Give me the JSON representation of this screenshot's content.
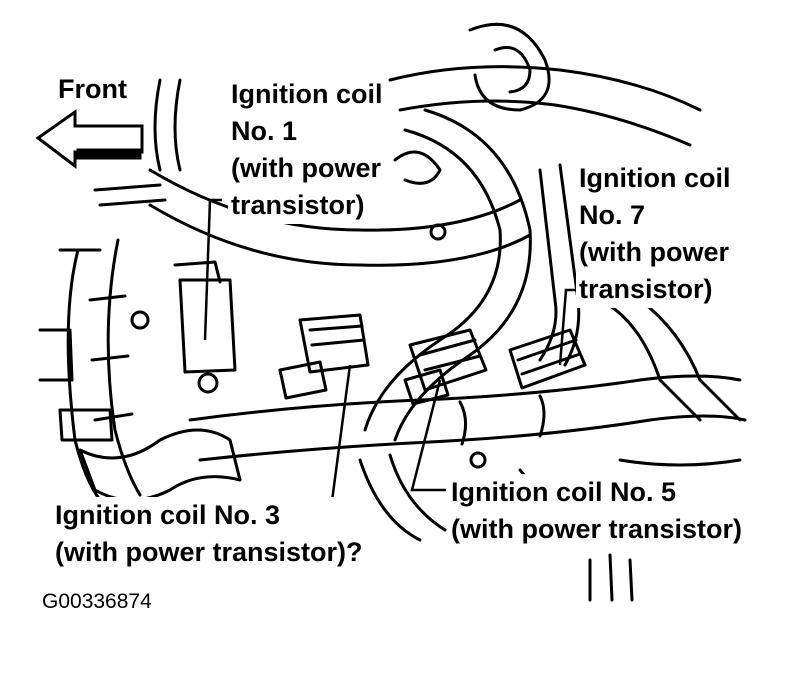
{
  "labels": {
    "front": "Front",
    "coil_1": [
      "Ignition coil",
      "No. 1",
      "(with  power",
      "transistor)"
    ],
    "coil_7": [
      "Ignition coil",
      "No. 7",
      "(with  power",
      "transistor)"
    ],
    "coil_5": [
      "Ignition coil No. 5",
      "(with  power transistor)"
    ],
    "coil_3": [
      "Ignition coil No. 3",
      "(with  power transistor)?"
    ]
  },
  "figure_id": "G00336874"
}
